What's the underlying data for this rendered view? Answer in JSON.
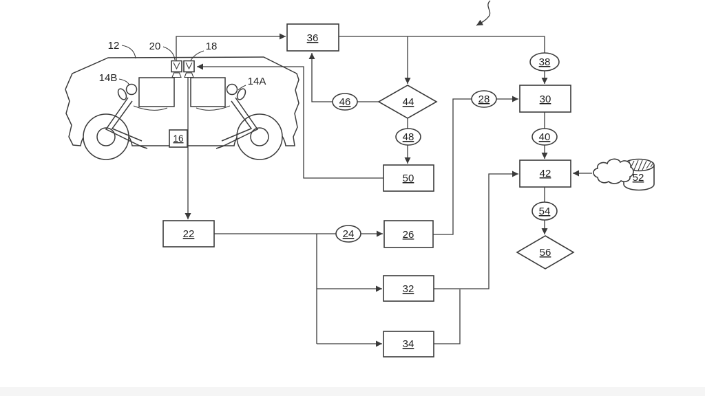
{
  "figure": {
    "background": "#ffffff",
    "line_color": "#3a3a3a",
    "text_color": "#1e1e1e",
    "kind": "patent-style vehicle occupant monitoring flow diagram"
  },
  "vehicle": {
    "ref": "12",
    "camera_left": "20",
    "camera_right": "18",
    "occupant_left": "14B",
    "occupant_right": "14A",
    "onboard_module": "16"
  },
  "nodes": {
    "box_36": "36",
    "oval_38": "38",
    "box_30": "30",
    "oval_28": "28",
    "oval_40": "40",
    "box_42": "42",
    "cylinder_52": "52",
    "oval_54": "54",
    "diamond_56": "56",
    "diamond_44": "44",
    "oval_46": "46",
    "oval_48": "48",
    "box_50": "50",
    "box_22": "22",
    "oval_24": "24",
    "box_26": "26",
    "box_32": "32",
    "box_34": "34"
  }
}
